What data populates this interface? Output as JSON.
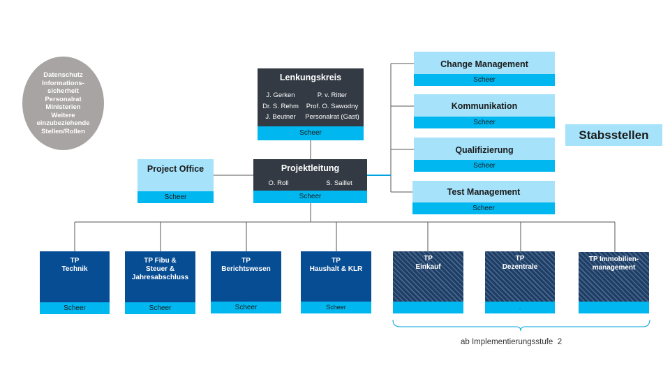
{
  "circle": {
    "lines": [
      "Datenschutz",
      "Informations-",
      "sicherheit",
      "Personalrat",
      "Ministerien",
      "Weitere",
      "einzubeziehende",
      "Stellen/Rollen"
    ]
  },
  "lenkungskreis": {
    "title": "Lenkungskreis",
    "left_names": [
      "J. Gerken",
      "Dr. S. Rehm",
      "J. Beutner"
    ],
    "right_names": [
      "P. v. Ritter",
      "Prof. O. Sawodny",
      "Personalrat (Gast)"
    ],
    "footer": "Scheer"
  },
  "projektleitung": {
    "title": "Projektleitung",
    "names": [
      "O. Roll",
      "S. Saillet"
    ],
    "footer": "Scheer"
  },
  "project_office": {
    "title": "Project Office",
    "footer": "Scheer"
  },
  "staff": [
    {
      "title": "Change Management",
      "footer": "Scheer"
    },
    {
      "title": "Kommunikation",
      "footer": "Scheer"
    },
    {
      "title": "Qualifizierung",
      "footer": "Scheer"
    },
    {
      "title": "Test Management",
      "footer": "Scheer"
    }
  ],
  "stabsstellen": "Stabsstellen",
  "subprojects": [
    {
      "lines": [
        "TP",
        "Technik"
      ],
      "footer": "Scheer"
    },
    {
      "lines": [
        "TP Fibu &",
        "Steuer &",
        "Jahresabschluss"
      ],
      "footer": "Scheer"
    },
    {
      "lines": [
        "TP",
        "Berichtswesen"
      ],
      "footer": "Scheer"
    },
    {
      "lines": [
        "TP",
        "Haushalt & KLR"
      ],
      "footer": "Scheer"
    },
    {
      "lines": [
        "TP",
        "Einkauf"
      ],
      "footer": ""
    },
    {
      "lines": [
        "TP",
        "Dezentrale"
      ],
      "footer": "."
    },
    {
      "lines": [
        "TP Immobilien-",
        "management"
      ],
      "footer": ""
    }
  ],
  "implementation_note": "ab Implementierungsstufe  2",
  "colors": {
    "dark": "#333a43",
    "cyan": "#00b7f0",
    "light_blue": "#a6e3fb",
    "navy": "#074d94",
    "hatched_navy": "#203e63",
    "circle_grey": "#a8a4a3",
    "connector_blue": "#00a3e0"
  }
}
